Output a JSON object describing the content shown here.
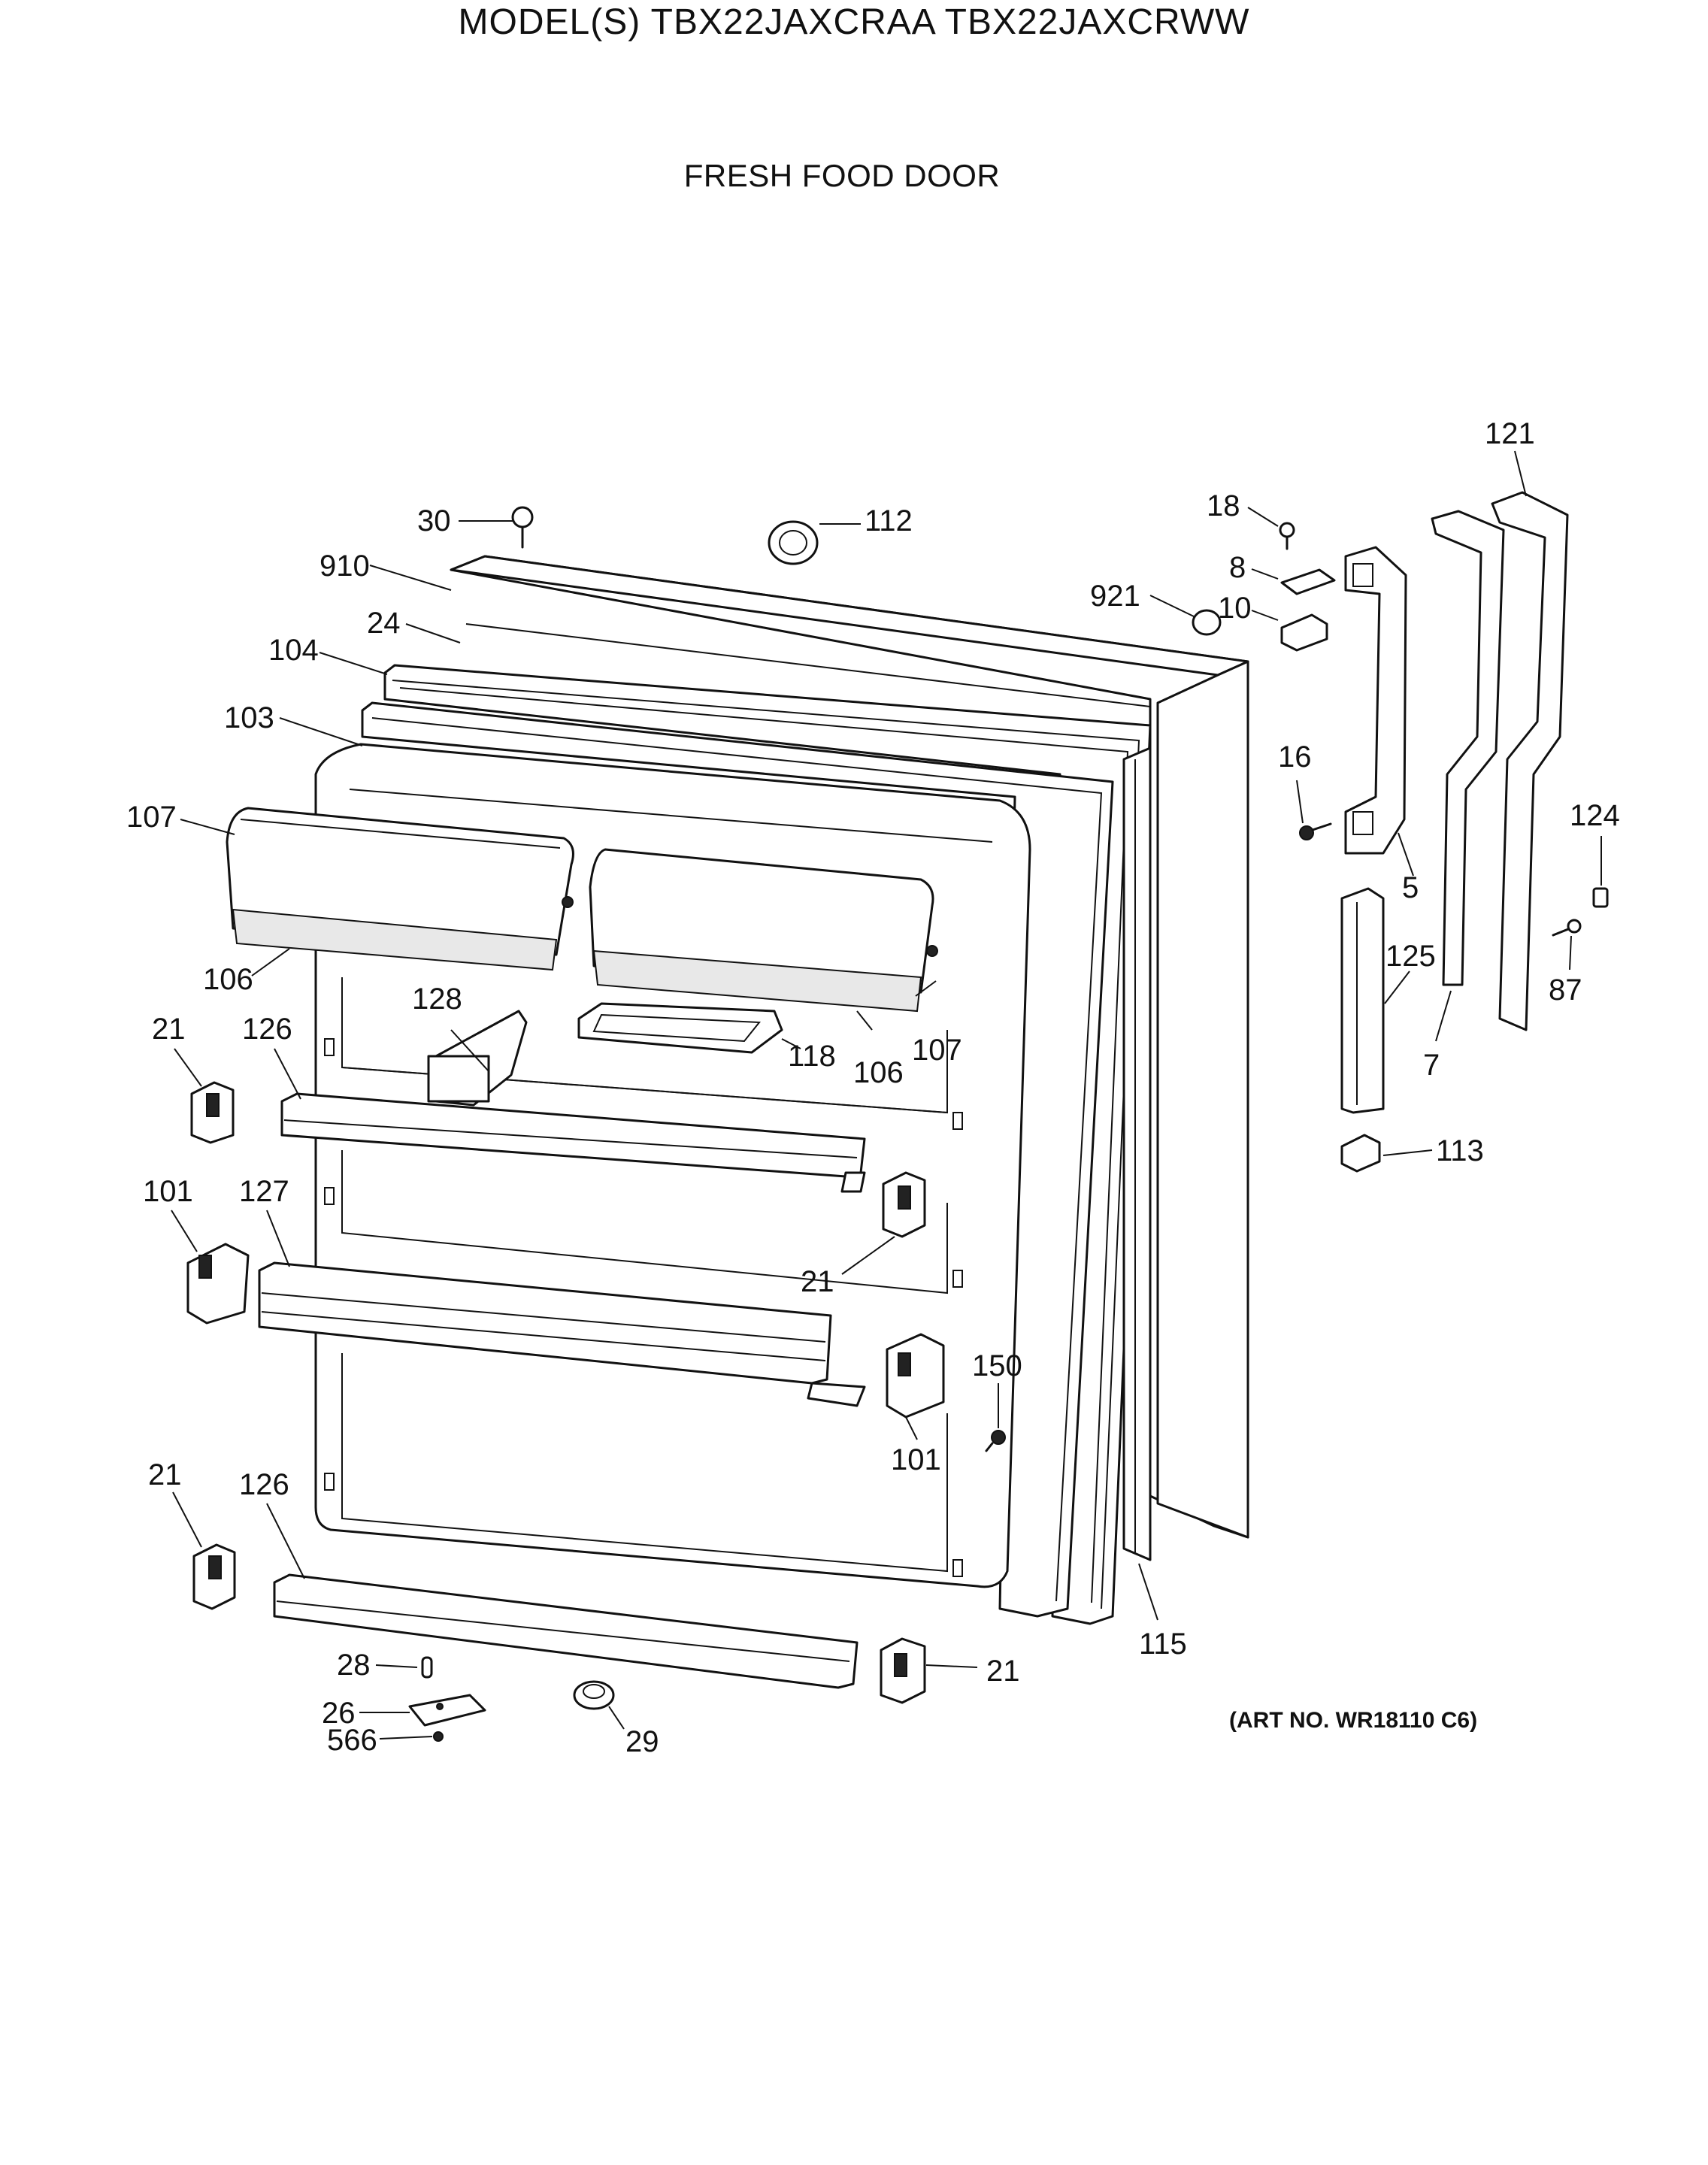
{
  "header": {
    "model_line": "MODEL(S) TBX22JAXCRAA  TBX22JAXCRWW",
    "section": "FRESH FOOD DOOR"
  },
  "footer": {
    "art_number": "(ART NO. WR18110 C6)"
  },
  "callouts": [
    {
      "id": "c-30",
      "label": "30"
    },
    {
      "id": "c-112",
      "label": "112"
    },
    {
      "id": "c-910",
      "label": "910"
    },
    {
      "id": "c-24",
      "label": "24"
    },
    {
      "id": "c-104",
      "label": "104"
    },
    {
      "id": "c-103",
      "label": "103"
    },
    {
      "id": "c-107a",
      "label": "107"
    },
    {
      "id": "c-106a",
      "label": "106"
    },
    {
      "id": "c-128",
      "label": "128"
    },
    {
      "id": "c-21a",
      "label": "21"
    },
    {
      "id": "c-126a",
      "label": "126"
    },
    {
      "id": "c-118",
      "label": "118"
    },
    {
      "id": "c-106b",
      "label": "106"
    },
    {
      "id": "c-107b",
      "label": "107"
    },
    {
      "id": "c-101a",
      "label": "101"
    },
    {
      "id": "c-127",
      "label": "127"
    },
    {
      "id": "c-21b",
      "label": "21"
    },
    {
      "id": "c-150",
      "label": "150"
    },
    {
      "id": "c-101b",
      "label": "101"
    },
    {
      "id": "c-21c",
      "label": "21"
    },
    {
      "id": "c-126b",
      "label": "126"
    },
    {
      "id": "c-28",
      "label": "28"
    },
    {
      "id": "c-26",
      "label": "26"
    },
    {
      "id": "c-566",
      "label": "566"
    },
    {
      "id": "c-29",
      "label": "29"
    },
    {
      "id": "c-21d",
      "label": "21"
    },
    {
      "id": "c-115",
      "label": "115"
    },
    {
      "id": "c-18",
      "label": "18"
    },
    {
      "id": "c-8",
      "label": "8"
    },
    {
      "id": "c-921",
      "label": "921"
    },
    {
      "id": "c-10",
      "label": "10"
    },
    {
      "id": "c-16",
      "label": "16"
    },
    {
      "id": "c-5",
      "label": "5"
    },
    {
      "id": "c-121",
      "label": "121"
    },
    {
      "id": "c-124",
      "label": "124"
    },
    {
      "id": "c-125",
      "label": "125"
    },
    {
      "id": "c-87",
      "label": "87"
    },
    {
      "id": "c-7",
      "label": "7"
    },
    {
      "id": "c-113",
      "label": "113"
    }
  ]
}
